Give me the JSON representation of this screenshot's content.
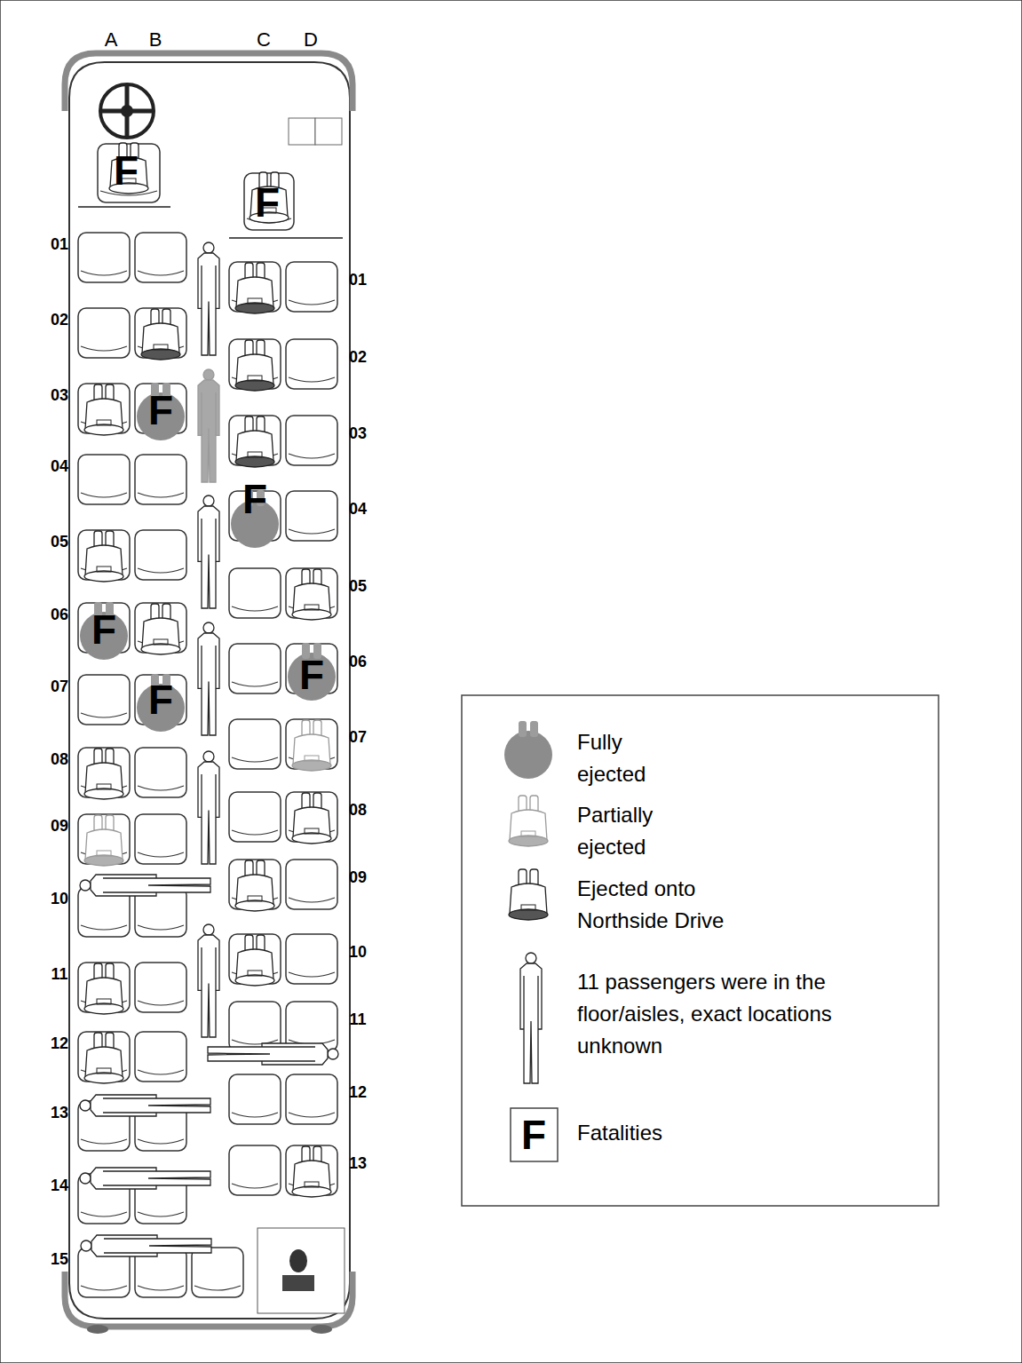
{
  "diagram": {
    "labels": [
      "A",
      "B",
      "C",
      "D",
      "F",
      "F",
      "01",
      "02",
      "03",
      "04",
      "05",
      "06",
      "07",
      "08",
      "09",
      "10",
      "11",
      "12",
      "13",
      "14",
      "15",
      "01",
      "02",
      "03",
      "04",
      "05",
      "06",
      "07",
      "08",
      "09",
      "10",
      "11",
      "12",
      "13",
      "F",
      "F",
      "F",
      "F",
      "F",
      "F"
    ],
    "legend": [
      {
        "text": "Fully ejected"
      },
      {
        "text": "Partially ejected"
      },
      {
        "text": "Ejected onto Northside Drive"
      },
      {
        "text": "11 passengers were in the floor/aisles, exact locations unknown"
      },
      {
        "text": "Fatalities"
      }
    ]
  }
}
